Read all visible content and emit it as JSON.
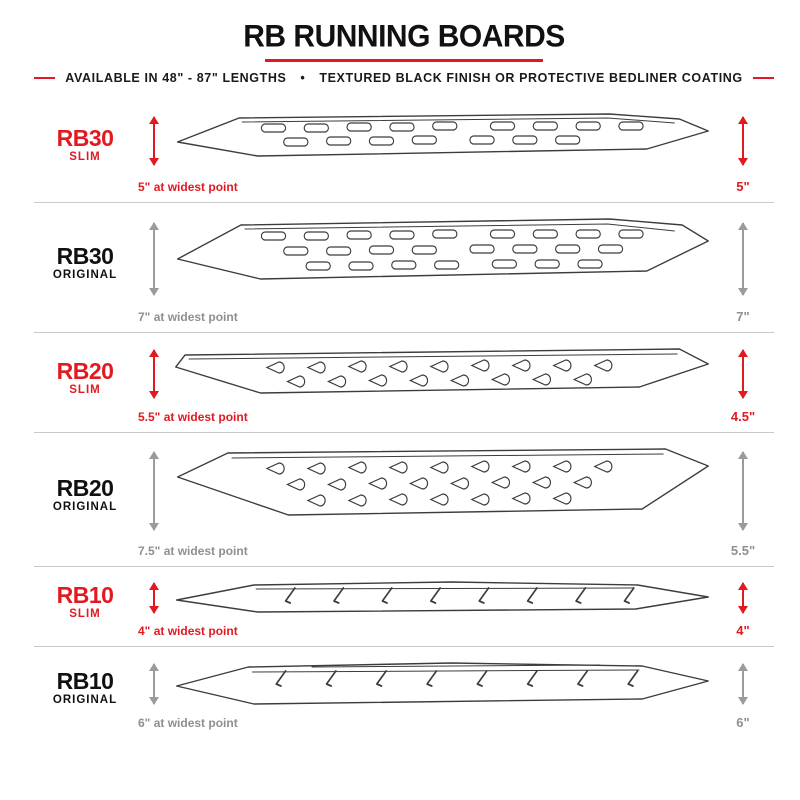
{
  "header": {
    "title": "RB RUNNING BOARDS",
    "subtitle_left": "AVAILABLE IN 48\" - 87\" LENGTHS",
    "subtitle_separator": "•",
    "subtitle_right": "TEXTURED BLACK FINISH OR PROTECTIVE BEDLINER COATING"
  },
  "colors": {
    "accent": "#e11a22",
    "muted_text": "#8f8f8f",
    "divider": "#c9c9c9",
    "line_art": "#3c3c3c"
  },
  "rows": [
    {
      "model": "RB30",
      "variant": "SLIM",
      "widest_point": "5\" at widest point",
      "height": "5\""
    },
    {
      "model": "RB30",
      "variant": "ORIGINAL",
      "widest_point": "7\" at widest point",
      "height": "7\""
    },
    {
      "model": "RB20",
      "variant": "SLIM",
      "widest_point": "5.5\" at widest point",
      "height": "4.5\""
    },
    {
      "model": "RB20",
      "variant": "ORIGINAL",
      "widest_point": "7.5\" at widest point",
      "height": "5.5\""
    },
    {
      "model": "RB10",
      "variant": "SLIM",
      "widest_point": "4\" at widest point",
      "height": "4\""
    },
    {
      "model": "RB10",
      "variant": "ORIGINAL",
      "widest_point": "6\" at widest point",
      "height": "6\""
    }
  ]
}
